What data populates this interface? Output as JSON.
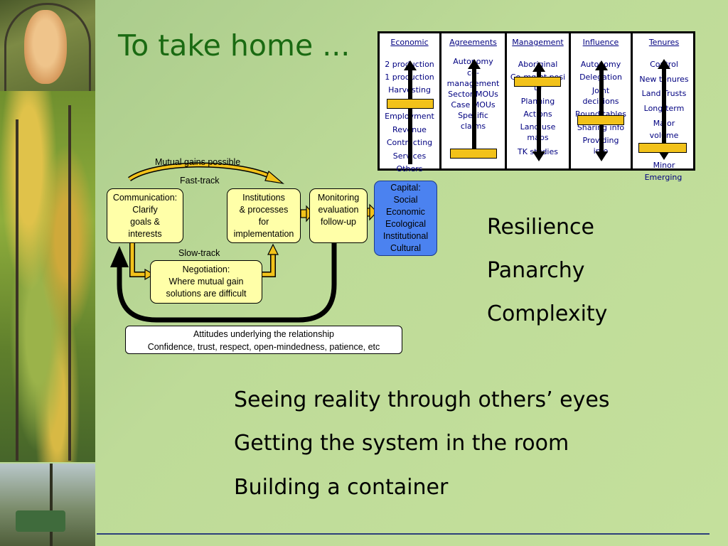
{
  "slide": {
    "title": "To take home ..."
  },
  "table": {
    "columns": [
      {
        "header": "Economic",
        "items": [
          "2 production",
          "1 production",
          "Harvesting",
          "",
          "Employment",
          "Revenue",
          "Contracting",
          "Services",
          "Others"
        ]
      },
      {
        "header": "Agreements",
        "items": [
          "Autonomy",
          "co-",
          "management",
          "Sector MOUs",
          "Case MOUs",
          "Specific",
          "claims"
        ]
      },
      {
        "header": "Management",
        "items": [
          "Aboriginal",
          "Co-mgmt posi",
          "te",
          "Planning",
          "Actions",
          "Land use",
          "maps",
          "TK studies"
        ]
      },
      {
        "header": "Influence",
        "items": [
          "Autonomy",
          "Delegation",
          "Joint",
          "decisions",
          "Round tables",
          "Sharing info",
          "Providing",
          "info"
        ]
      },
      {
        "header": "Tenures",
        "items": [
          "Control",
          "New tenures",
          "Land Trusts",
          "Long-term",
          "Major",
          "volume",
          "",
          "Minor",
          "Emerging"
        ]
      }
    ]
  },
  "diagram": {
    "mutual_gains": "Mutual gains possible",
    "fast_track": "Fast-track",
    "slow_track": "Slow-track",
    "communication": [
      "Communication:",
      "Clarify",
      "goals &",
      "interests"
    ],
    "institutions": [
      "Institutions",
      "& processes",
      "for",
      "implementation"
    ],
    "monitoring": [
      "Monitoring",
      "evaluation",
      "follow-up"
    ],
    "capital": [
      "Capital:",
      "Social",
      "Economic",
      "Ecological",
      "Institutional",
      "Cultural"
    ],
    "negotiation": [
      "Negotiation:",
      "Where mutual gain",
      "solutions are difficult"
    ],
    "attitudes": [
      "Attitudes underlying the relationship",
      "Confidence, trust, respect, open-mindedness, patience, etc"
    ]
  },
  "concepts": [
    "Resilience",
    "Panarchy",
    "Complexity"
  ],
  "takeaways": [
    "Seeing reality through others’ eyes",
    "Getting the system in the room",
    "Building a container"
  ],
  "colors": {
    "background": "#b9d894",
    "title": "#1a6a12",
    "table_text": "#000080",
    "node_fill": "#ffffa8",
    "capital_fill": "#4b82f0",
    "arrow_fill": "#f2c21a"
  }
}
